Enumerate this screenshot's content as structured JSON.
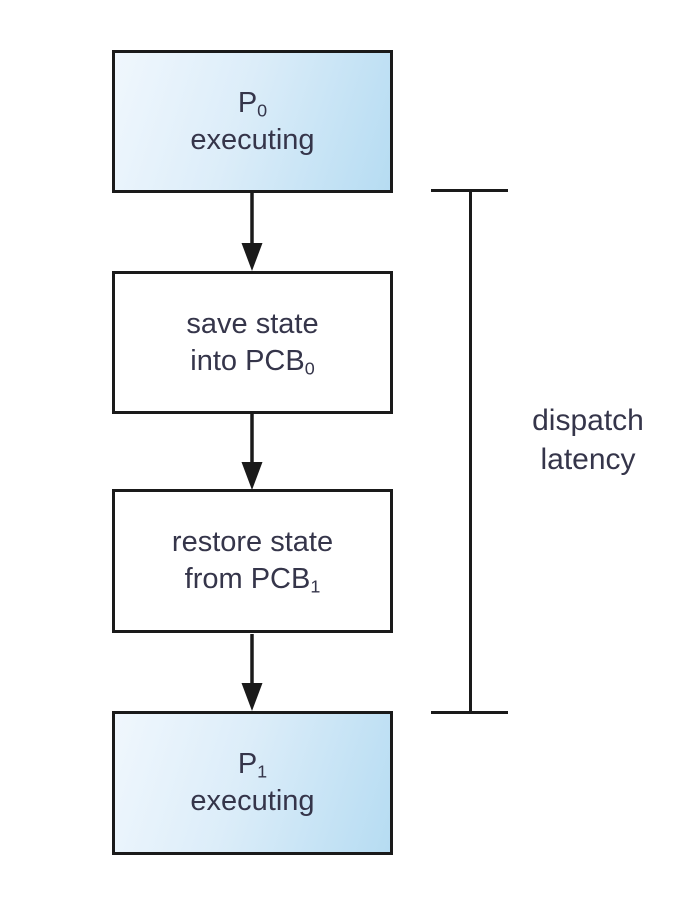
{
  "diagram": {
    "description": "context switch flow with dispatch latency bracket",
    "boxes": [
      {
        "name": "p0-executing",
        "fill": "gradient",
        "line1": {
          "main": "P",
          "sub": "0"
        },
        "line2": {
          "main": "executing",
          "sub": ""
        }
      },
      {
        "name": "save-state",
        "fill": "white",
        "line1": {
          "main": "save state",
          "sub": ""
        },
        "line2": {
          "main": "into PCB",
          "sub": "0"
        }
      },
      {
        "name": "restore-state",
        "fill": "white",
        "line1": {
          "main": "restore state",
          "sub": ""
        },
        "line2": {
          "main": "from PCB",
          "sub": "1"
        }
      },
      {
        "name": "p1-executing",
        "fill": "gradient",
        "line1": {
          "main": "P",
          "sub": "1"
        },
        "line2": {
          "main": "executing",
          "sub": ""
        }
      }
    ],
    "arrows": [
      {
        "icon": "arrow-down-icon"
      },
      {
        "icon": "arrow-down-icon"
      },
      {
        "icon": "arrow-down-icon"
      }
    ],
    "bracket": {
      "label_line1": "dispatch",
      "label_line2": "latency"
    },
    "colors": {
      "box_fill_gradient_start": "#f0f7fd",
      "box_fill_gradient_end": "#b6dcf2",
      "box_border": "#1a1a1a",
      "text": "#35354a",
      "line": "#1a1a1a",
      "background": "#ffffff"
    }
  }
}
